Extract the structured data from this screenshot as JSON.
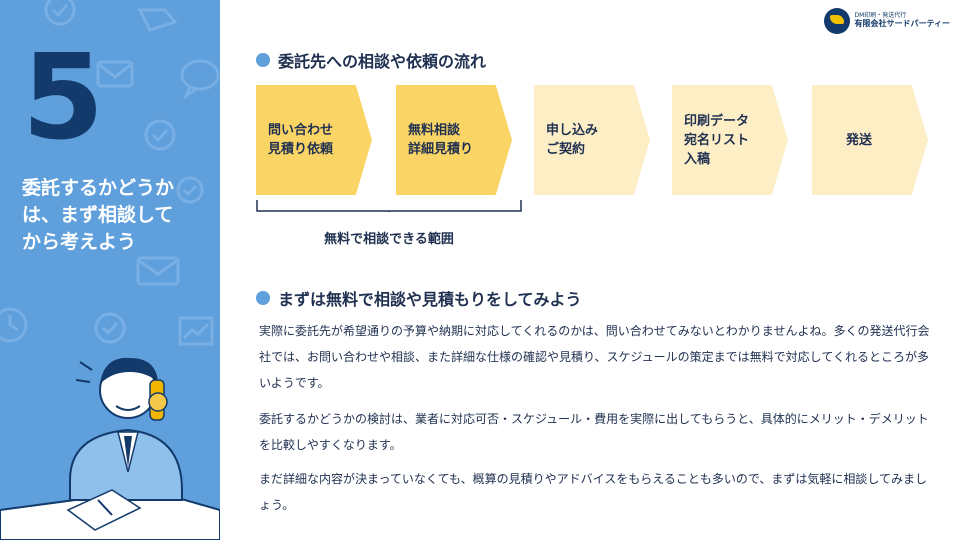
{
  "logo": {
    "sub": "DM印刷・発送代行",
    "main": "有限会社サードパーティー"
  },
  "left_panel": {
    "number": "5",
    "title": "委託するかどうか\nは、まず相談して\nから考えよう",
    "bg_color": "#5f9fdc",
    "number_color": "#123a6b"
  },
  "section1": {
    "heading": "委託先への相談や依頼の流れ",
    "steps": [
      {
        "label": "問い合わせ\n見積り依頼",
        "free": true
      },
      {
        "label": "無料相談\n詳細見積り",
        "free": true
      },
      {
        "label": "申し込み\nご契約",
        "free": false
      },
      {
        "label": "印刷データ\n宛名リスト\n入稿",
        "free": false
      },
      {
        "label": "発送",
        "free": false
      }
    ],
    "free_range_label": "無料で相談できる範囲",
    "colors": {
      "free": "#fad565",
      "paid": "#fdeec6"
    }
  },
  "section2": {
    "heading": "まずは無料で相談や見積もりをしてみよう",
    "paragraphs": [
      "実際に委託先が希望通りの予算や納期に対応してくれるのかは、問い合わせてみないとわかりませんよね。多くの発送代行会社では、お問い合わせや相談、また詳細な仕様の確認や見積り、スケジュールの策定までは無料で対応してくれるところが多いようです。",
      "委託するかどうかの検討は、業者に対応可否・スケジュール・費用を実際に出してもらうと、具体的にメリット・デメリットを比較しやすくなります。",
      "まだ詳細な内容が決まっていなくても、概算の見積りやアドバイスをもらえることも多いので、まずは気軽に相談してみましょう。"
    ]
  },
  "icons": [
    "mail-icon",
    "check-icon",
    "chat-icon",
    "clock-icon",
    "tag-icon",
    "chart-icon",
    "person-on-phone-illustration"
  ]
}
